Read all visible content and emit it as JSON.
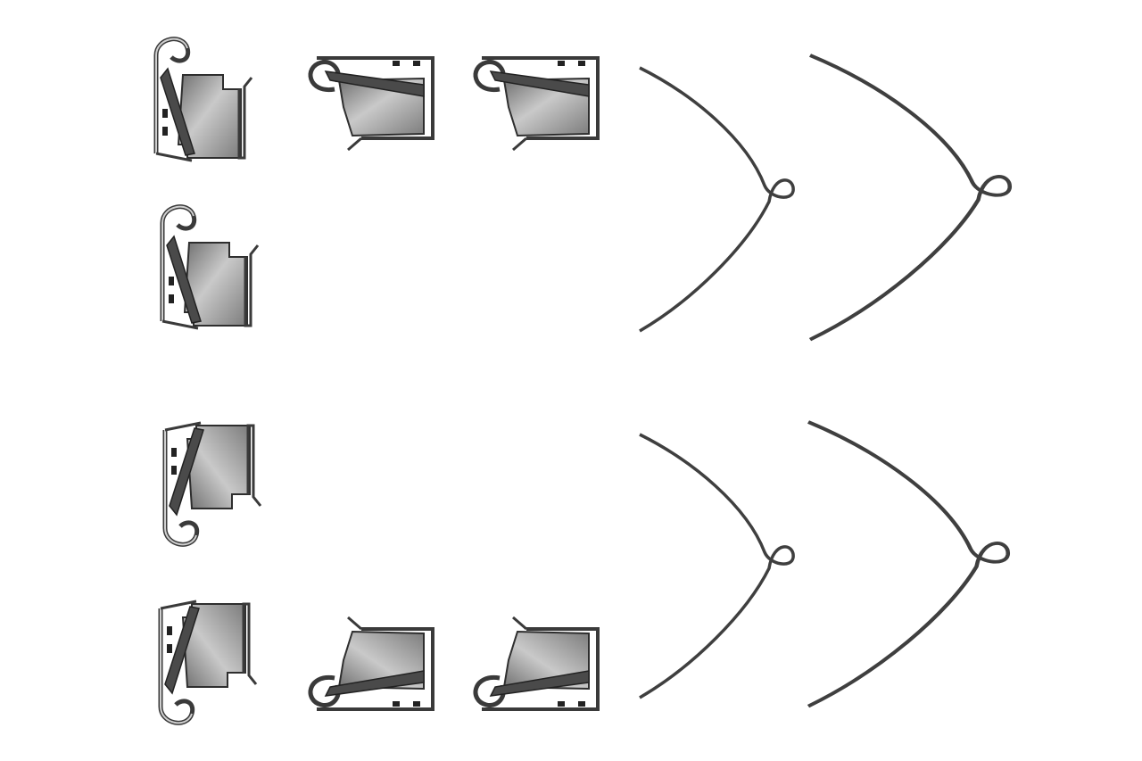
{
  "colors": {
    "background": "#ffffff",
    "metal_light": "#b8b8b8",
    "metal_mid": "#8a8a8a",
    "metal_dark": "#3a3a3a",
    "wire": "#4a4a4a"
  },
  "parts": {
    "vertical_clips": [
      "clip",
      "clip",
      "clip",
      "clip"
    ],
    "horizontal_clips": [
      "clip",
      "clip",
      "clip",
      "clip"
    ],
    "wire_springs": [
      "spring",
      "spring",
      "spring",
      "spring"
    ]
  }
}
